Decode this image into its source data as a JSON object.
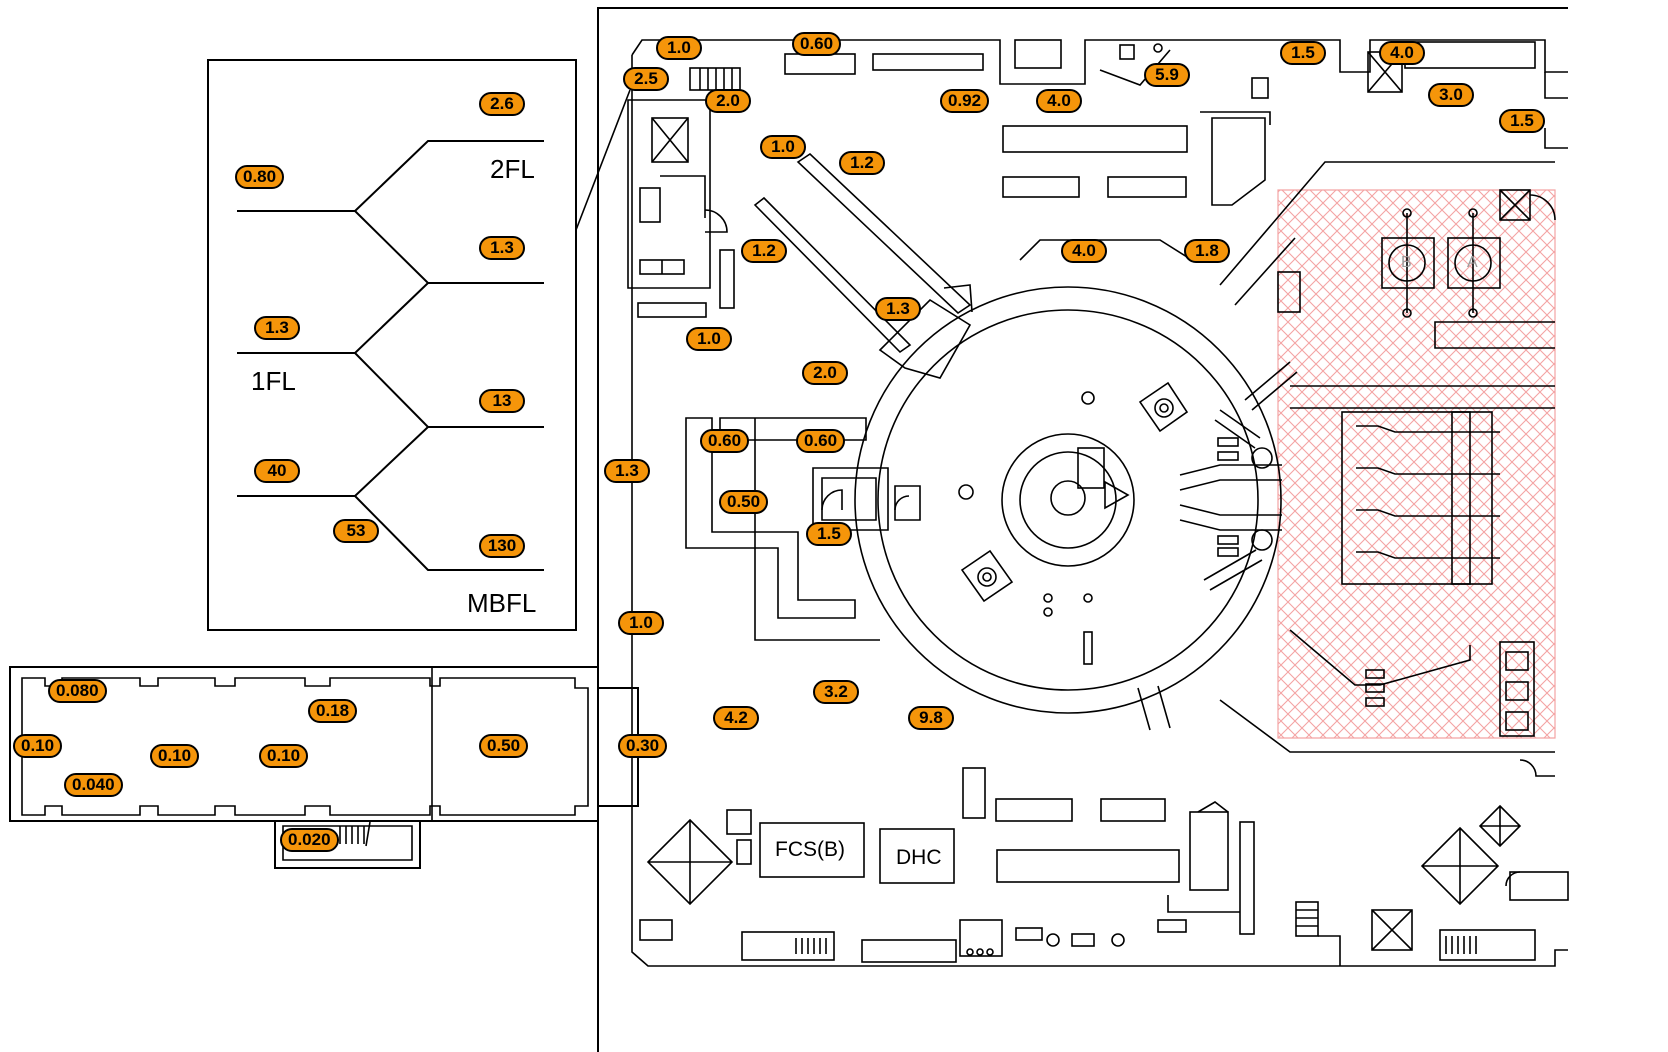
{
  "inset": {
    "floor_labels": {
      "2fl": "2FL",
      "1fl": "1FL",
      "mbfl": "MBFL"
    },
    "readings": [
      "2.6",
      "0.80",
      "1.3",
      "1.3",
      "13",
      "40",
      "53",
      "130"
    ]
  },
  "annex": {
    "readings": [
      "0.080",
      "0.18",
      "0.10",
      "0.10",
      "0.10",
      "0.50",
      "0.040",
      "0.020"
    ]
  },
  "main": {
    "readings": [
      "1.0",
      "0.60",
      "2.5",
      "2.0",
      "0.92",
      "4.0",
      "5.9",
      "1.5",
      "4.0",
      "3.0",
      "1.5",
      "1.0",
      "1.2",
      "1.2",
      "4.0",
      "1.8",
      "1.3",
      "1.0",
      "2.0",
      "0.60",
      "0.60",
      "1.3",
      "0.50",
      "1.5",
      "1.0",
      "3.2",
      "4.2",
      "9.8",
      "0.30"
    ],
    "equipment_labels": {
      "fcs": "FCS(B)",
      "dhc": "DHC",
      "b": "B",
      "a": "A"
    }
  },
  "colors": {
    "badge_fill": "#f5950a",
    "badge_border": "#000000",
    "hazard_hatch": "#f3a3a3",
    "lines": "#000000"
  }
}
